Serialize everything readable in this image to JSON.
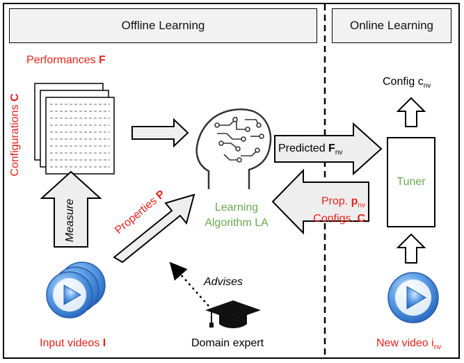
{
  "headers": {
    "offline": "Offline Learning",
    "online": "Online Learning"
  },
  "labels": {
    "performances": "Performances",
    "performances_symbol": "F",
    "configurations": "Configurations",
    "configurations_symbol": "C",
    "measure": "Measure",
    "properties": "Properties",
    "properties_symbol": "P",
    "learning_line1": "Learning",
    "learning_line2": "Algorithm LA",
    "advises": "Advises",
    "domain_expert": "Domain expert",
    "input_videos": "Input videos",
    "input_videos_symbol": "I",
    "predicted": "Predicted",
    "predicted_symbol": "F",
    "predicted_sub": "nv",
    "prop": "Prop.",
    "prop_symbol": "p",
    "prop_sub": "nv",
    "configs": "Configs.",
    "configs_symbol": "C",
    "config_cnv": "Config c",
    "config_sub": "nv",
    "tuner": "Tuner",
    "new_video": "New video i",
    "new_video_sub": "nv"
  },
  "colors": {
    "red": "#e8221a",
    "green": "#6aa84f",
    "arrow_fill": "#eeeeee",
    "video_blue": "#4a90d9"
  },
  "icons": [
    "table-stack-icon",
    "brain-head-icon",
    "play-video-icon",
    "graduation-cap-icon"
  ]
}
